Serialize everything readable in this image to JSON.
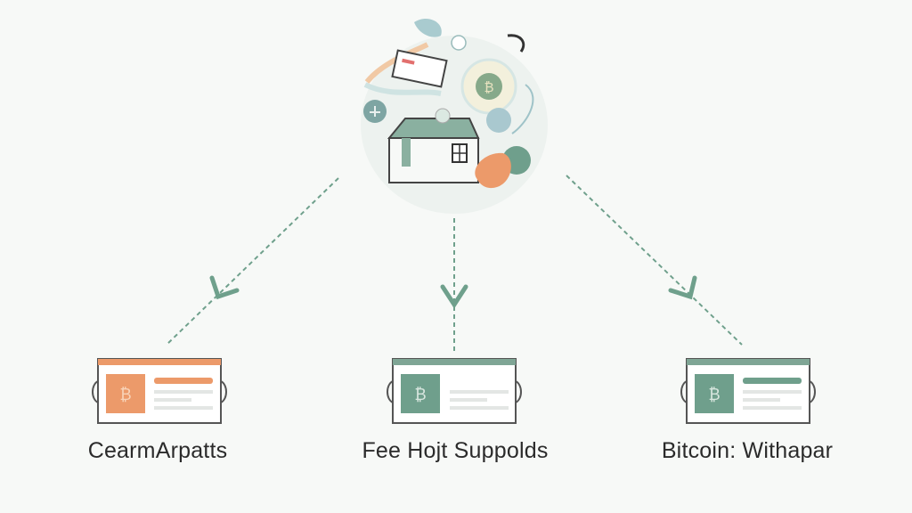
{
  "diagram": {
    "hub": {
      "icon": "house-with-bitcoin-icons"
    },
    "branches": [
      {
        "label": "CearmArpatts",
        "accent": "#ec9a6a",
        "coin_symbol": "₿"
      },
      {
        "label": "Fee Hojt Suppolds",
        "accent": "#6f9f8c",
        "coin_symbol": "₿"
      },
      {
        "label": "Bitcoin: Withapar",
        "accent": "#6f9f8c",
        "coin_symbol": "₿"
      }
    ],
    "colors": {
      "arrow": "#6fa08c",
      "background": "#f7f9f7",
      "card_border": "#555555"
    }
  }
}
